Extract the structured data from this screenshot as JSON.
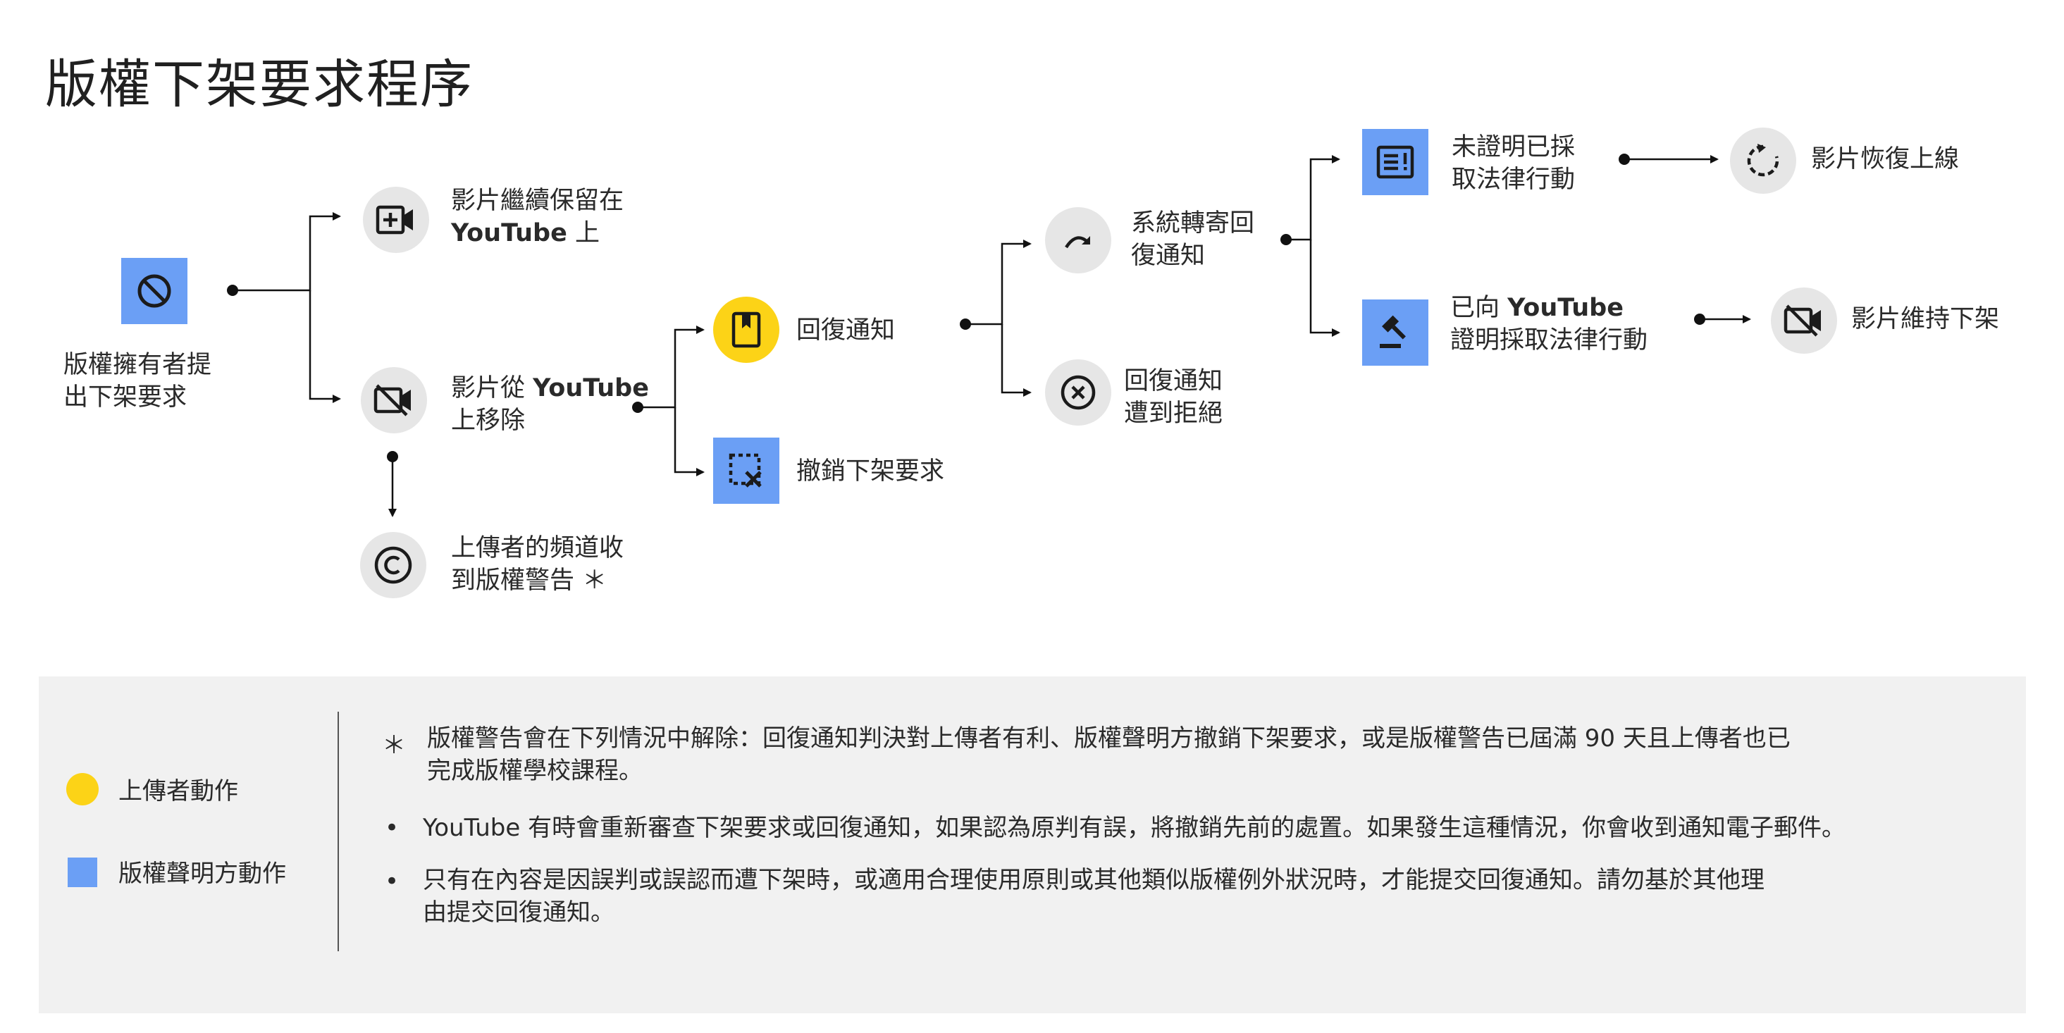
{
  "title": "版權下架要求程序",
  "nodes": {
    "start": {
      "line1": "版權擁有者提",
      "line2": "出下架要求"
    },
    "stays": {
      "line1": "影片繼續保留在",
      "line2_bold": "YouTube",
      "line2_rest": " 上"
    },
    "removed": {
      "line1_pre": "影片從 ",
      "line1_bold": "YouTube",
      "line2": "上移除"
    },
    "strike": {
      "line1": "上傳者的頻道收",
      "line2": "到版權警告 ＊"
    },
    "counter": {
      "line1": "回復通知"
    },
    "retract": {
      "line1": "撤銷下架要求"
    },
    "forwarded": {
      "line1": "系統轉寄回",
      "line2": "復通知"
    },
    "rejected": {
      "line1": "回復通知",
      "line2": "遭到拒絕"
    },
    "no_action": {
      "line1": "未證明已採",
      "line2": "取法律行動"
    },
    "action": {
      "line1_pre": "已向 ",
      "line1_bold": "YouTube",
      "line2": "證明採取法律行動"
    },
    "restored": {
      "line1": "影片恢復上線"
    },
    "kept_down": {
      "line1": "影片維持下架"
    }
  },
  "legend": {
    "uploader": "上傳者動作",
    "claimant": "版權聲明方動作"
  },
  "notes": {
    "n1_mark": "＊",
    "n1_line1": "版權警告會在下列情況中解除：回復通知判決對上傳者有利、版權聲明方撤銷下架要求，或是版權警告已屆滿 90 天且上傳者也已",
    "n1_line2": "完成版權學校課程。",
    "n2_mark": "•",
    "n2_line1": "YouTube 有時會重新審查下架要求或回復通知，如果認為原判有誤，將撤銷先前的處置。如果發生這種情況，你會收到通知電子郵件。",
    "n3_mark": "•",
    "n3_line1": "只有在內容是因誤判或誤認而遭下架時，或適用合理使用原則或其他類似版權例外狀況時，才能提交回復通知。請勿基於其他理",
    "n3_line2": "由提交回復通知。"
  },
  "colors": {
    "uploader": "#fcd317",
    "claimant": "#6b9ff5",
    "neutral": "#e6e6e6",
    "legend_bg": "#f1f1f1"
  }
}
